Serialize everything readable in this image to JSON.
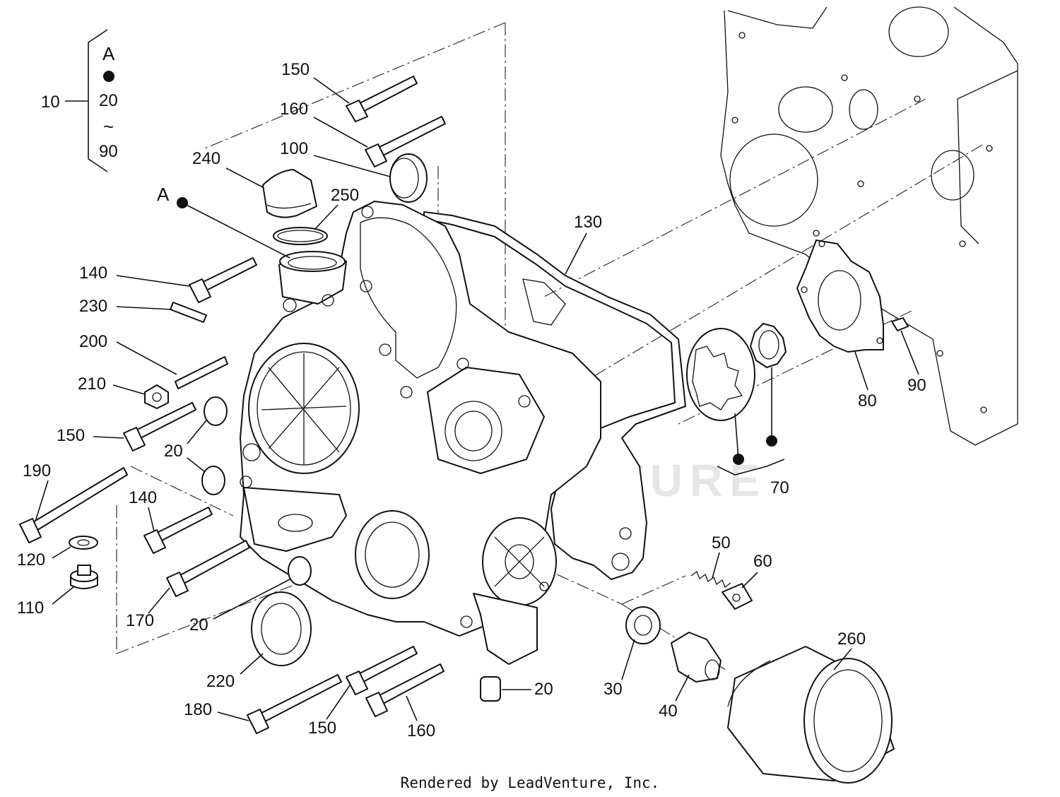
{
  "diagram": {
    "watermark": "LEADVENTURE",
    "footer": "Rendered by LeadVenture, Inc.",
    "group_bracket": {
      "label": "10",
      "top": "A",
      "middle": "20",
      "tilde": "~",
      "bottom": "90"
    },
    "kit_bracket_label": "70",
    "reference_marker": "A",
    "callouts": {
      "c150a": "150",
      "c160a": "160",
      "c100": "100",
      "c240": "240",
      "c250": "250",
      "c130": "130",
      "c140a": "140",
      "c230": "230",
      "c200": "200",
      "c210": "210",
      "c150b": "150",
      "c20a": "20",
      "c190": "190",
      "c140b": "140",
      "c120": "120",
      "c110": "110",
      "c170": "170",
      "c20b": "20",
      "c220": "220",
      "c180": "180",
      "c150c": "150",
      "c160b": "160",
      "c20c": "20",
      "c30": "30",
      "c40": "40",
      "c50": "50",
      "c60": "60",
      "c260": "260",
      "c80": "80",
      "c90": "90"
    }
  }
}
